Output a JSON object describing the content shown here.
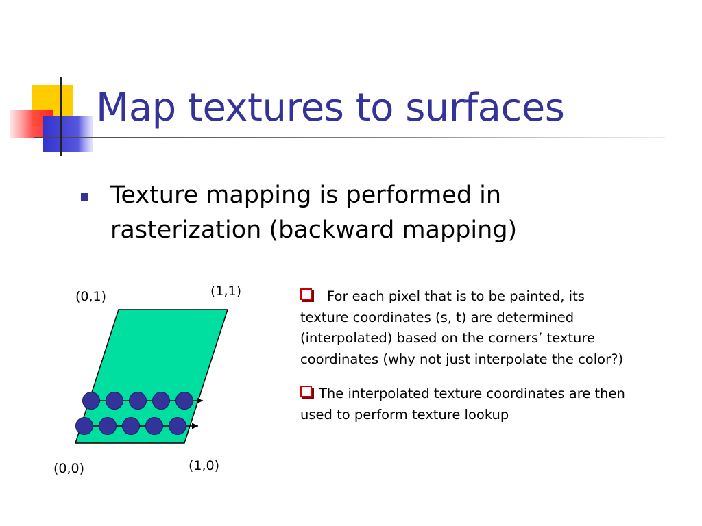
{
  "slide": {
    "title": "Map textures to surfaces",
    "bullet": "Texture mapping is performed in rasterization (backward mapping)",
    "sub_bullets": [
      "For each pixel that is to be painted, its texture coordinates (s, t) are determined (interpolated) based on the corners’ texture coordinates (why not just interpolate the color?)",
      "The interpolated texture coordinates are then used to perform texture lookup"
    ]
  },
  "diagram": {
    "corner_labels": {
      "top_left": "(0,1)",
      "top_right": "(1,1)",
      "bottom_left": "(0,0)",
      "bottom_right": "(1,0)"
    },
    "pixel_rows": [
      5,
      5
    ]
  },
  "colors": {
    "title": "#333399",
    "bullet": "#333399",
    "parallelogram_fill": "#00dea0",
    "pixel_fill": "#333399",
    "sub_bullet_icon": "#cc0000"
  },
  "icons": {
    "main_bullet": "square-bullet-icon",
    "sub_bullet": "checkbox-square-icon"
  }
}
